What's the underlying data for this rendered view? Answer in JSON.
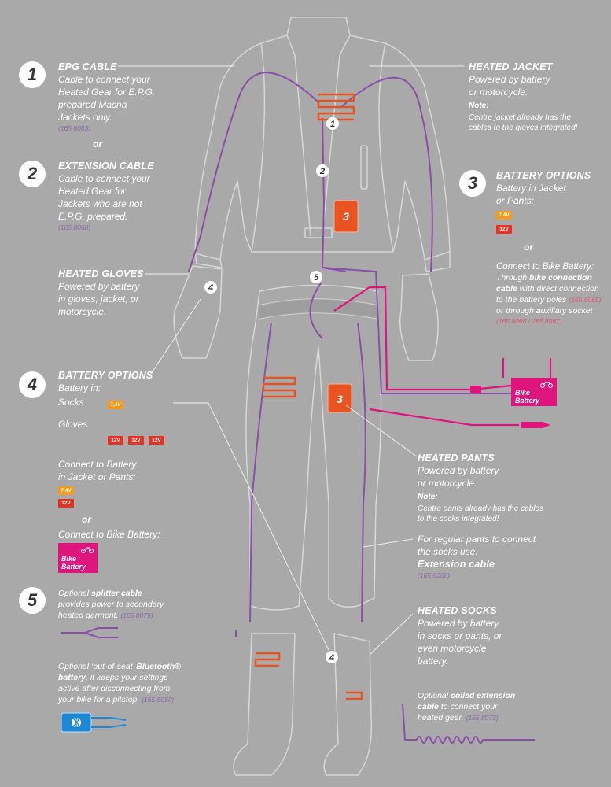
{
  "sections": {
    "epg": {
      "num": "1",
      "title": "EPG CABLE",
      "lines": [
        "Cable to connect your",
        "Heated Gear for E.P.G.",
        "prepared Macna",
        "Jackets only."
      ],
      "code": "(165 8083)"
    },
    "or1": "or",
    "ext": {
      "num": "2",
      "title": "EXTENSION CABLE",
      "lines": [
        "Cable to connect your",
        "Heated Gear for",
        "Jackets who are not",
        "E.P.G. prepared."
      ],
      "code": "(165 8068)"
    },
    "gloves": {
      "title": "HEATED GLOVES",
      "lines": [
        "Powered by battery",
        "in gloves, jacket, or",
        "motorcycle."
      ]
    },
    "batt4": {
      "num": "4",
      "title": "BATTERY OPTIONS",
      "intro": "Battery in:",
      "socks_label": "Socks",
      "gloves_label": "Gloves",
      "connect_jp": [
        "Connect to Battery",
        "in Jacket or Pants:"
      ],
      "or": "or",
      "connect_bike": "Connect to Bike Battery:"
    },
    "splitter": {
      "num": "5",
      "pre": "Optional ",
      "bold": "splitter cable",
      "post": "",
      "lines": [
        "provides power to secondary",
        "heated garment."
      ],
      "code": "(165 8079)"
    },
    "bluetooth": {
      "pre": "Optional ‘out-of-seat’ ",
      "bold1": "Bluetooth®",
      "bold2": "battery",
      "line1_rest": ", it keeps your settings",
      "lines": [
        "active after disconnecting from",
        "your bike for a pitstop."
      ],
      "code": "(165 8060)"
    },
    "jacket": {
      "title": "HEATED JACKET",
      "lines": [
        "Powered by battery",
        "or motorcycle."
      ],
      "note_title": "Note:",
      "note": [
        "Centre jacket already has the",
        "cables to the gloves integrated!"
      ]
    },
    "batt3": {
      "num": "3",
      "title": "BATTERY OPTIONS",
      "lines": [
        "Battery in Jacket",
        "or Pants:"
      ],
      "or": "or",
      "connect": "Connect to Bike Battery:",
      "through_pre": "Through ",
      "through_bold": "bike connection",
      "cable_bold": "cable",
      "cable_rest": " with direct connection",
      "poles": "to the battery poles",
      "poles_code": "(165 8065)",
      "aux": "or through auxiliary socket",
      "aux_code": "(165 8066 / 165 8067)"
    },
    "pants": {
      "title": "HEATED PANTS",
      "lines": [
        "Powered by battery",
        "or motorcycle."
      ],
      "note_title": "Note:",
      "note": [
        "Centre pants already has the cables",
        "to the socks integrated!"
      ]
    },
    "regular": {
      "lines": [
        "For regular pants to connect",
        "the socks use:"
      ],
      "bold": "Extension cable",
      "code": "(165 8068)"
    },
    "socks": {
      "title": "HEATED SOCKS",
      "lines": [
        "Powered by battery",
        "in socks or pants, or",
        "even motorcycle",
        "battery."
      ]
    },
    "coiled": {
      "pre": "Optional ",
      "bold1": "coiled extension",
      "bold2": "cable",
      "rest": " to connect your",
      "line3": "heated gear.",
      "code": "(165 8073)"
    }
  },
  "battery_labels": {
    "v74": "7,4V",
    "v12": "12V"
  },
  "bike_battery": {
    "line1": "Bike",
    "line2": "Battery"
  },
  "diagram_labels": {
    "c1": "1",
    "c2": "2",
    "c3": "3",
    "c4": "4",
    "c5": "5"
  },
  "colors": {
    "background": "#a9a9a9",
    "cable": "#8b4fa8",
    "heater": "#e8531f",
    "pink": "#e0147d",
    "battery74": "#f29b1c",
    "battery12": "#e53222",
    "bluetooth": "#1e88d6"
  },
  "icons": [
    "bike-battery-icon",
    "motorcycle-icon",
    "bluetooth-icon",
    "splitter-cable-icon",
    "coiled-cable-icon",
    "car-plug-icon",
    "fuse-icon"
  ]
}
